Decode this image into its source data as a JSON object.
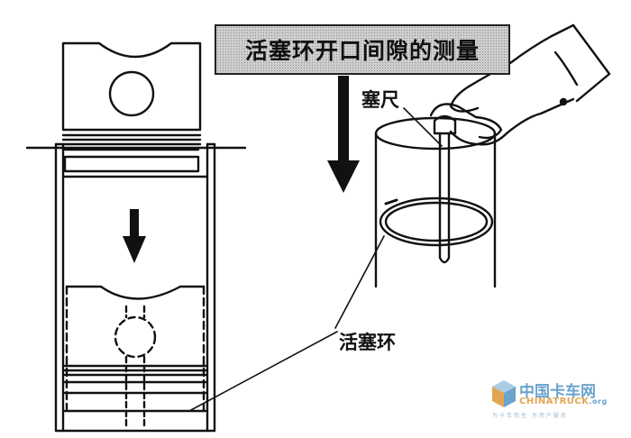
{
  "title": "活塞环开口间隙的测量",
  "labels": {
    "feeler_gauge": "塞尺",
    "piston_ring": "活塞环"
  },
  "watermark": {
    "name_cn": "中国卡车网",
    "name_en": "CHINATRUCK",
    "domain_suffix": ".org",
    "tagline": "为卡车而生 为用户服务"
  },
  "colors": {
    "ink": "#111111",
    "title_background": "#cfcfcf",
    "watermark_blue": "#6aa3cc",
    "watermark_orange": "#e3a552"
  }
}
